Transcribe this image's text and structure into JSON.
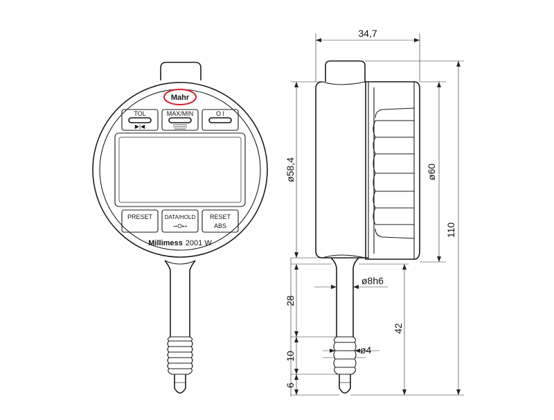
{
  "front_view": {
    "brand": "Mahr",
    "model_bold": "Millimess",
    "model_number": "2001 W",
    "buttons_top": [
      {
        "label": "TOL",
        "icon": "▶|◀"
      },
      {
        "label": "MAX/MIN",
        "icon": ""
      },
      {
        "label": "O I",
        "icon": ""
      }
    ],
    "buttons_bottom": [
      {
        "label": "PRESET",
        "sub": ""
      },
      {
        "label": "DATA/HOLD",
        "sub": "⊸O⊷"
      },
      {
        "label": "RESET",
        "sub": "ABS"
      }
    ]
  },
  "side_view": {
    "dimensions": {
      "depth": "34,7",
      "body_diameter": "ø58,4",
      "bezel_diameter": "ø60",
      "total_height": "110",
      "stem_diameter": "ø8h6",
      "stem_length": "28",
      "spindle_diameter": "ø4",
      "spindle_travel": "10",
      "tip_length": "6",
      "stem_total": "42"
    }
  },
  "colors": {
    "line": "#1a1a1a",
    "brand_oval": "#d21e2b",
    "background": "#ffffff"
  }
}
